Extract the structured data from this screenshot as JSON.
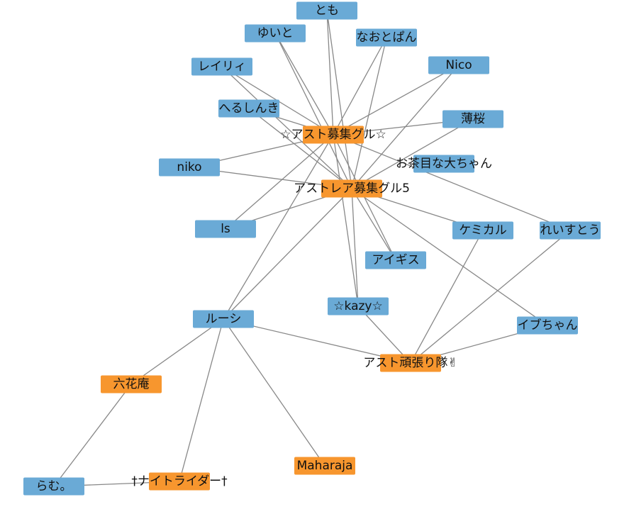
{
  "colors": {
    "member": "#6aaad6",
    "group": "#f7962e",
    "edge": "#888888",
    "text": "#111111"
  },
  "nodes": [
    {
      "id": "tomo",
      "label": "とも",
      "kind": "member"
    },
    {
      "id": "yuito",
      "label": "ゆいと",
      "kind": "member"
    },
    {
      "id": "naotopan",
      "label": "なおとぱん",
      "kind": "member"
    },
    {
      "id": "reiryi",
      "label": "レイリィ",
      "kind": "member"
    },
    {
      "id": "nico_cap",
      "label": "Nico",
      "kind": "member"
    },
    {
      "id": "herushinki",
      "label": "へるしんき",
      "kind": "member"
    },
    {
      "id": "hazakura",
      "label": "薄桜",
      "kind": "member"
    },
    {
      "id": "astgroup",
      "label": "☆アスト募集グル☆",
      "kind": "group"
    },
    {
      "id": "niko",
      "label": "niko",
      "kind": "member"
    },
    {
      "id": "ochame",
      "label": "お茶目な大ちゃん",
      "kind": "member"
    },
    {
      "id": "astrea5",
      "label": "アストレア募集グル5",
      "kind": "group"
    },
    {
      "id": "ls",
      "label": "ls",
      "kind": "member"
    },
    {
      "id": "kemikaru",
      "label": "ケミカル",
      "kind": "member"
    },
    {
      "id": "reisuto",
      "label": "れいすとう",
      "kind": "member"
    },
    {
      "id": "aigisu",
      "label": "アイギス",
      "kind": "member"
    },
    {
      "id": "kazy",
      "label": "☆kazy☆",
      "kind": "member"
    },
    {
      "id": "rushi",
      "label": "ルーシ",
      "kind": "member"
    },
    {
      "id": "ibuchan",
      "label": "イブちゃん",
      "kind": "member"
    },
    {
      "id": "astganbari",
      "label": "アスト頑張り隊✌",
      "kind": "group"
    },
    {
      "id": "rikkaan",
      "label": "六花庵",
      "kind": "group"
    },
    {
      "id": "maharaja",
      "label": "Maharaja",
      "kind": "group"
    },
    {
      "id": "ramu",
      "label": "らむ。",
      "kind": "member"
    },
    {
      "id": "nightrider",
      "label": "†ナイトライダー†",
      "kind": "group"
    }
  ],
  "edges": [
    [
      "astgroup",
      "tomo"
    ],
    [
      "astgroup",
      "yuito"
    ],
    [
      "astgroup",
      "naotopan"
    ],
    [
      "astgroup",
      "reiryi"
    ],
    [
      "astgroup",
      "herushinki"
    ],
    [
      "astgroup",
      "hazakura"
    ],
    [
      "astgroup",
      "niko"
    ],
    [
      "astgroup",
      "ls"
    ],
    [
      "astgroup",
      "aigisu"
    ],
    [
      "astgroup",
      "kazy"
    ],
    [
      "astgroup",
      "rushi"
    ],
    [
      "astgroup",
      "reisuto"
    ],
    [
      "astrea5",
      "tomo"
    ],
    [
      "astrea5",
      "yuito"
    ],
    [
      "astrea5",
      "naotopan"
    ],
    [
      "astrea5",
      "reiryi"
    ],
    [
      "astrea5",
      "nico_cap"
    ],
    [
      "astrea5",
      "herushinki"
    ],
    [
      "astrea5",
      "hazakura"
    ],
    [
      "astrea5",
      "niko"
    ],
    [
      "astrea5",
      "ls"
    ],
    [
      "astrea5",
      "kemikaru"
    ],
    [
      "astrea5",
      "aigisu"
    ],
    [
      "astrea5",
      "kazy"
    ],
    [
      "astrea5",
      "rushi"
    ],
    [
      "astrea5",
      "ibuchan"
    ],
    [
      "astgroup",
      "nico_cap"
    ],
    [
      "astganbari",
      "kemikaru"
    ],
    [
      "astganbari",
      "reisuto"
    ],
    [
      "astganbari",
      "kazy"
    ],
    [
      "astganbari",
      "rushi"
    ],
    [
      "astganbari",
      "ibuchan"
    ],
    [
      "rikkaan",
      "rushi"
    ],
    [
      "rikkaan",
      "ramu"
    ],
    [
      "nightrider",
      "rushi"
    ],
    [
      "nightrider",
      "ramu"
    ],
    [
      "maharaja",
      "rushi"
    ]
  ]
}
